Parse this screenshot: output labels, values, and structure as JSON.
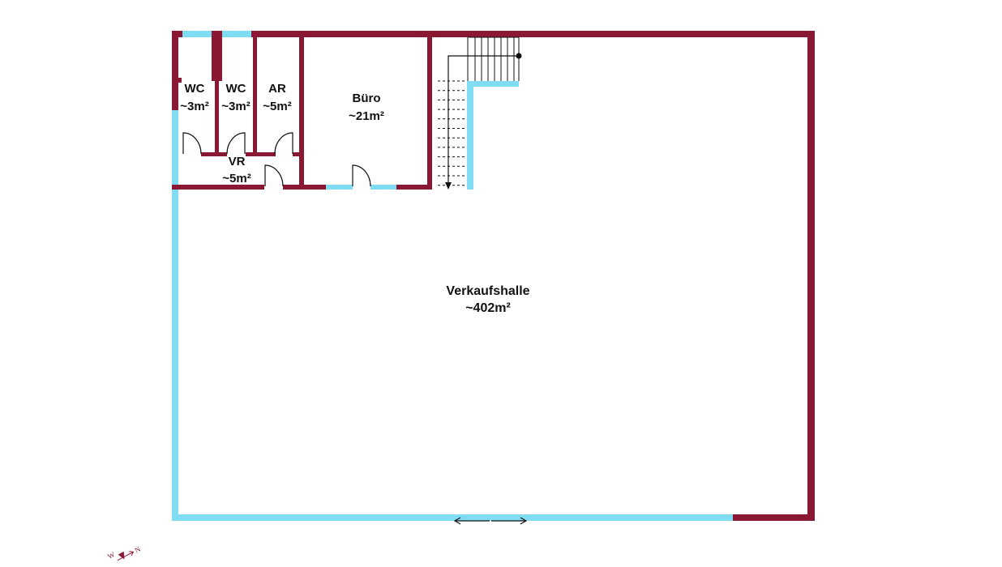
{
  "colors": {
    "wall": "#8b1832",
    "window": "#7fdcf2",
    "line": "#111111",
    "background": "#ffffff"
  },
  "rooms": [
    {
      "id": "wc1",
      "name": "WC",
      "area": "~3m²"
    },
    {
      "id": "wc2",
      "name": "WC",
      "area": "~3m²"
    },
    {
      "id": "ar",
      "name": "AR",
      "area": "~5m²"
    },
    {
      "id": "buero",
      "name": "Büro",
      "area": "~21m²"
    },
    {
      "id": "vr",
      "name": "VR",
      "area": "~5m²"
    },
    {
      "id": "halle",
      "name": "Verkaufshalle",
      "area": "~402m²"
    }
  ],
  "compass": {
    "west": "W",
    "north": "N"
  },
  "icons": [
    "staircase-icon",
    "sliding-door-arrow-icon",
    "compass-icon",
    "door-swing-icon"
  ]
}
